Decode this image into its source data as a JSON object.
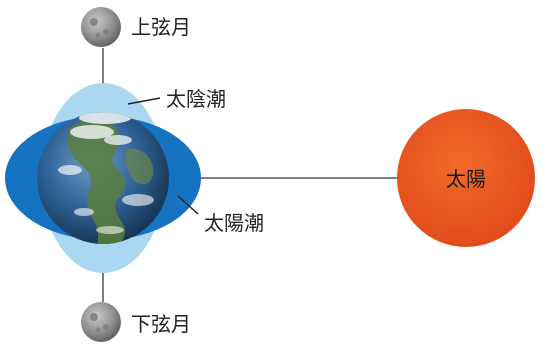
{
  "labels": {
    "first_quarter_moon": "上弦月",
    "lunar_tide": "太陰潮",
    "solar_tide": "太陽潮",
    "last_quarter_moon": "下弦月",
    "sun": "太陽"
  },
  "colors": {
    "sun": "#e8521c",
    "lunar_tide_bulge": "#a9d8f0",
    "solar_tide_bulge": "#1673c2",
    "earth_ocean": "#2a5f96",
    "earth_land": "#4f7a3a",
    "moon": "#8a8a8a",
    "line": "#555555"
  },
  "icons": {
    "moon_top": "moon-icon",
    "moon_bottom": "moon-icon",
    "earth": "earth-icon",
    "sun": "sun-icon"
  }
}
